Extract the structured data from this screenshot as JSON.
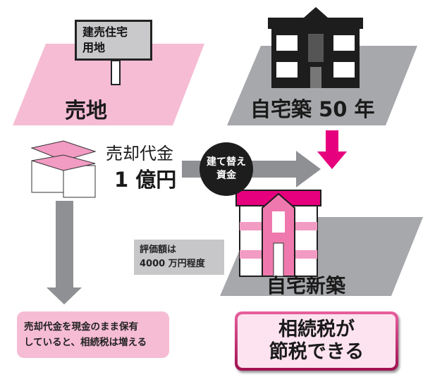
{
  "sign_lines": [
    "建売住宅",
    "用地"
  ],
  "sold_land_label": "売地",
  "own_house_label": "自宅築 50 年",
  "sale_proceeds": {
    "line1": "売却代金",
    "line2": "1 億円"
  },
  "rebuild_fund": {
    "line1": "建て替え",
    "line2": "資金"
  },
  "valuation": {
    "line1": "評価額は",
    "line2": "4000 万円程度"
  },
  "new_house_label": "自宅新築",
  "cash_note": {
    "line1": "売却代金を現金のまま保有",
    "line2": "していると、相続税は増える"
  },
  "result": {
    "line1": "相続税が",
    "line2": "節税できる"
  },
  "colors": {
    "pink": "#f6bcd4",
    "magenta": "#e6007e",
    "gray": "#a7a8ab",
    "dark": "#1d1d1d"
  }
}
